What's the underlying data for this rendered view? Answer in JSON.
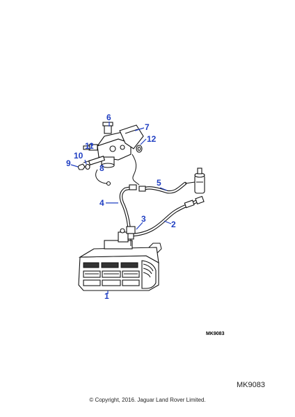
{
  "diagram": {
    "callouts": [
      "1",
      "2",
      "3",
      "4",
      "5",
      "6",
      "7",
      "8",
      "9",
      "10",
      "11",
      "12"
    ],
    "small_code": "MK9083"
  },
  "footer": {
    "code": "MK9083",
    "copyright": "© Copyright, 2016. Jaguar Land Rover Limited."
  },
  "colors": {
    "callout": "#1f3ec2",
    "line": "#111111"
  }
}
